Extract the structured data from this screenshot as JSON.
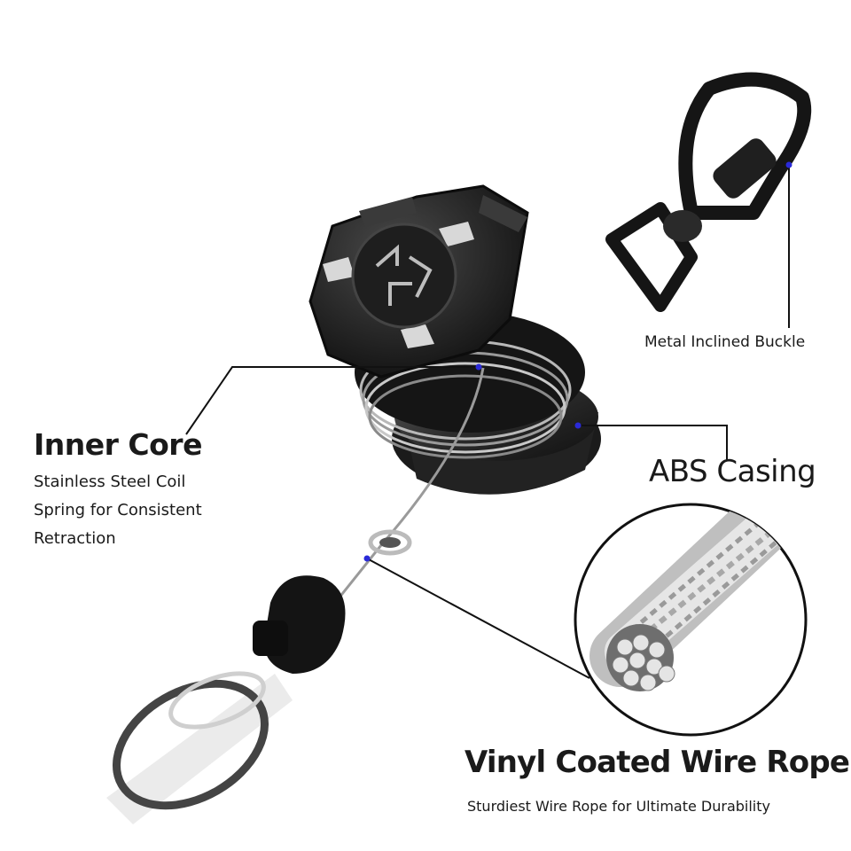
{
  "labels": {
    "inner_core": {
      "title": "Inner Core",
      "lines": [
        "Stainless Steel Coil",
        "Spring for Consistent",
        "Retraction"
      ]
    },
    "abs_casing": {
      "title": "ABS Casing"
    },
    "buckle": {
      "title": "Metal Inclined Buckle"
    },
    "wire_rope": {
      "title": "Vinyl Coated Wire Rope",
      "subtitle": "Sturdiest Wire Rope for Ultimate Durability"
    }
  },
  "colors": {
    "background": "#ffffff",
    "text": "#1a1a1a",
    "leader_line": "#111111",
    "anchor_dot": "#2a2ad8",
    "body_dark": "#2b2b2b",
    "accent_light": "#d9d9d9"
  }
}
